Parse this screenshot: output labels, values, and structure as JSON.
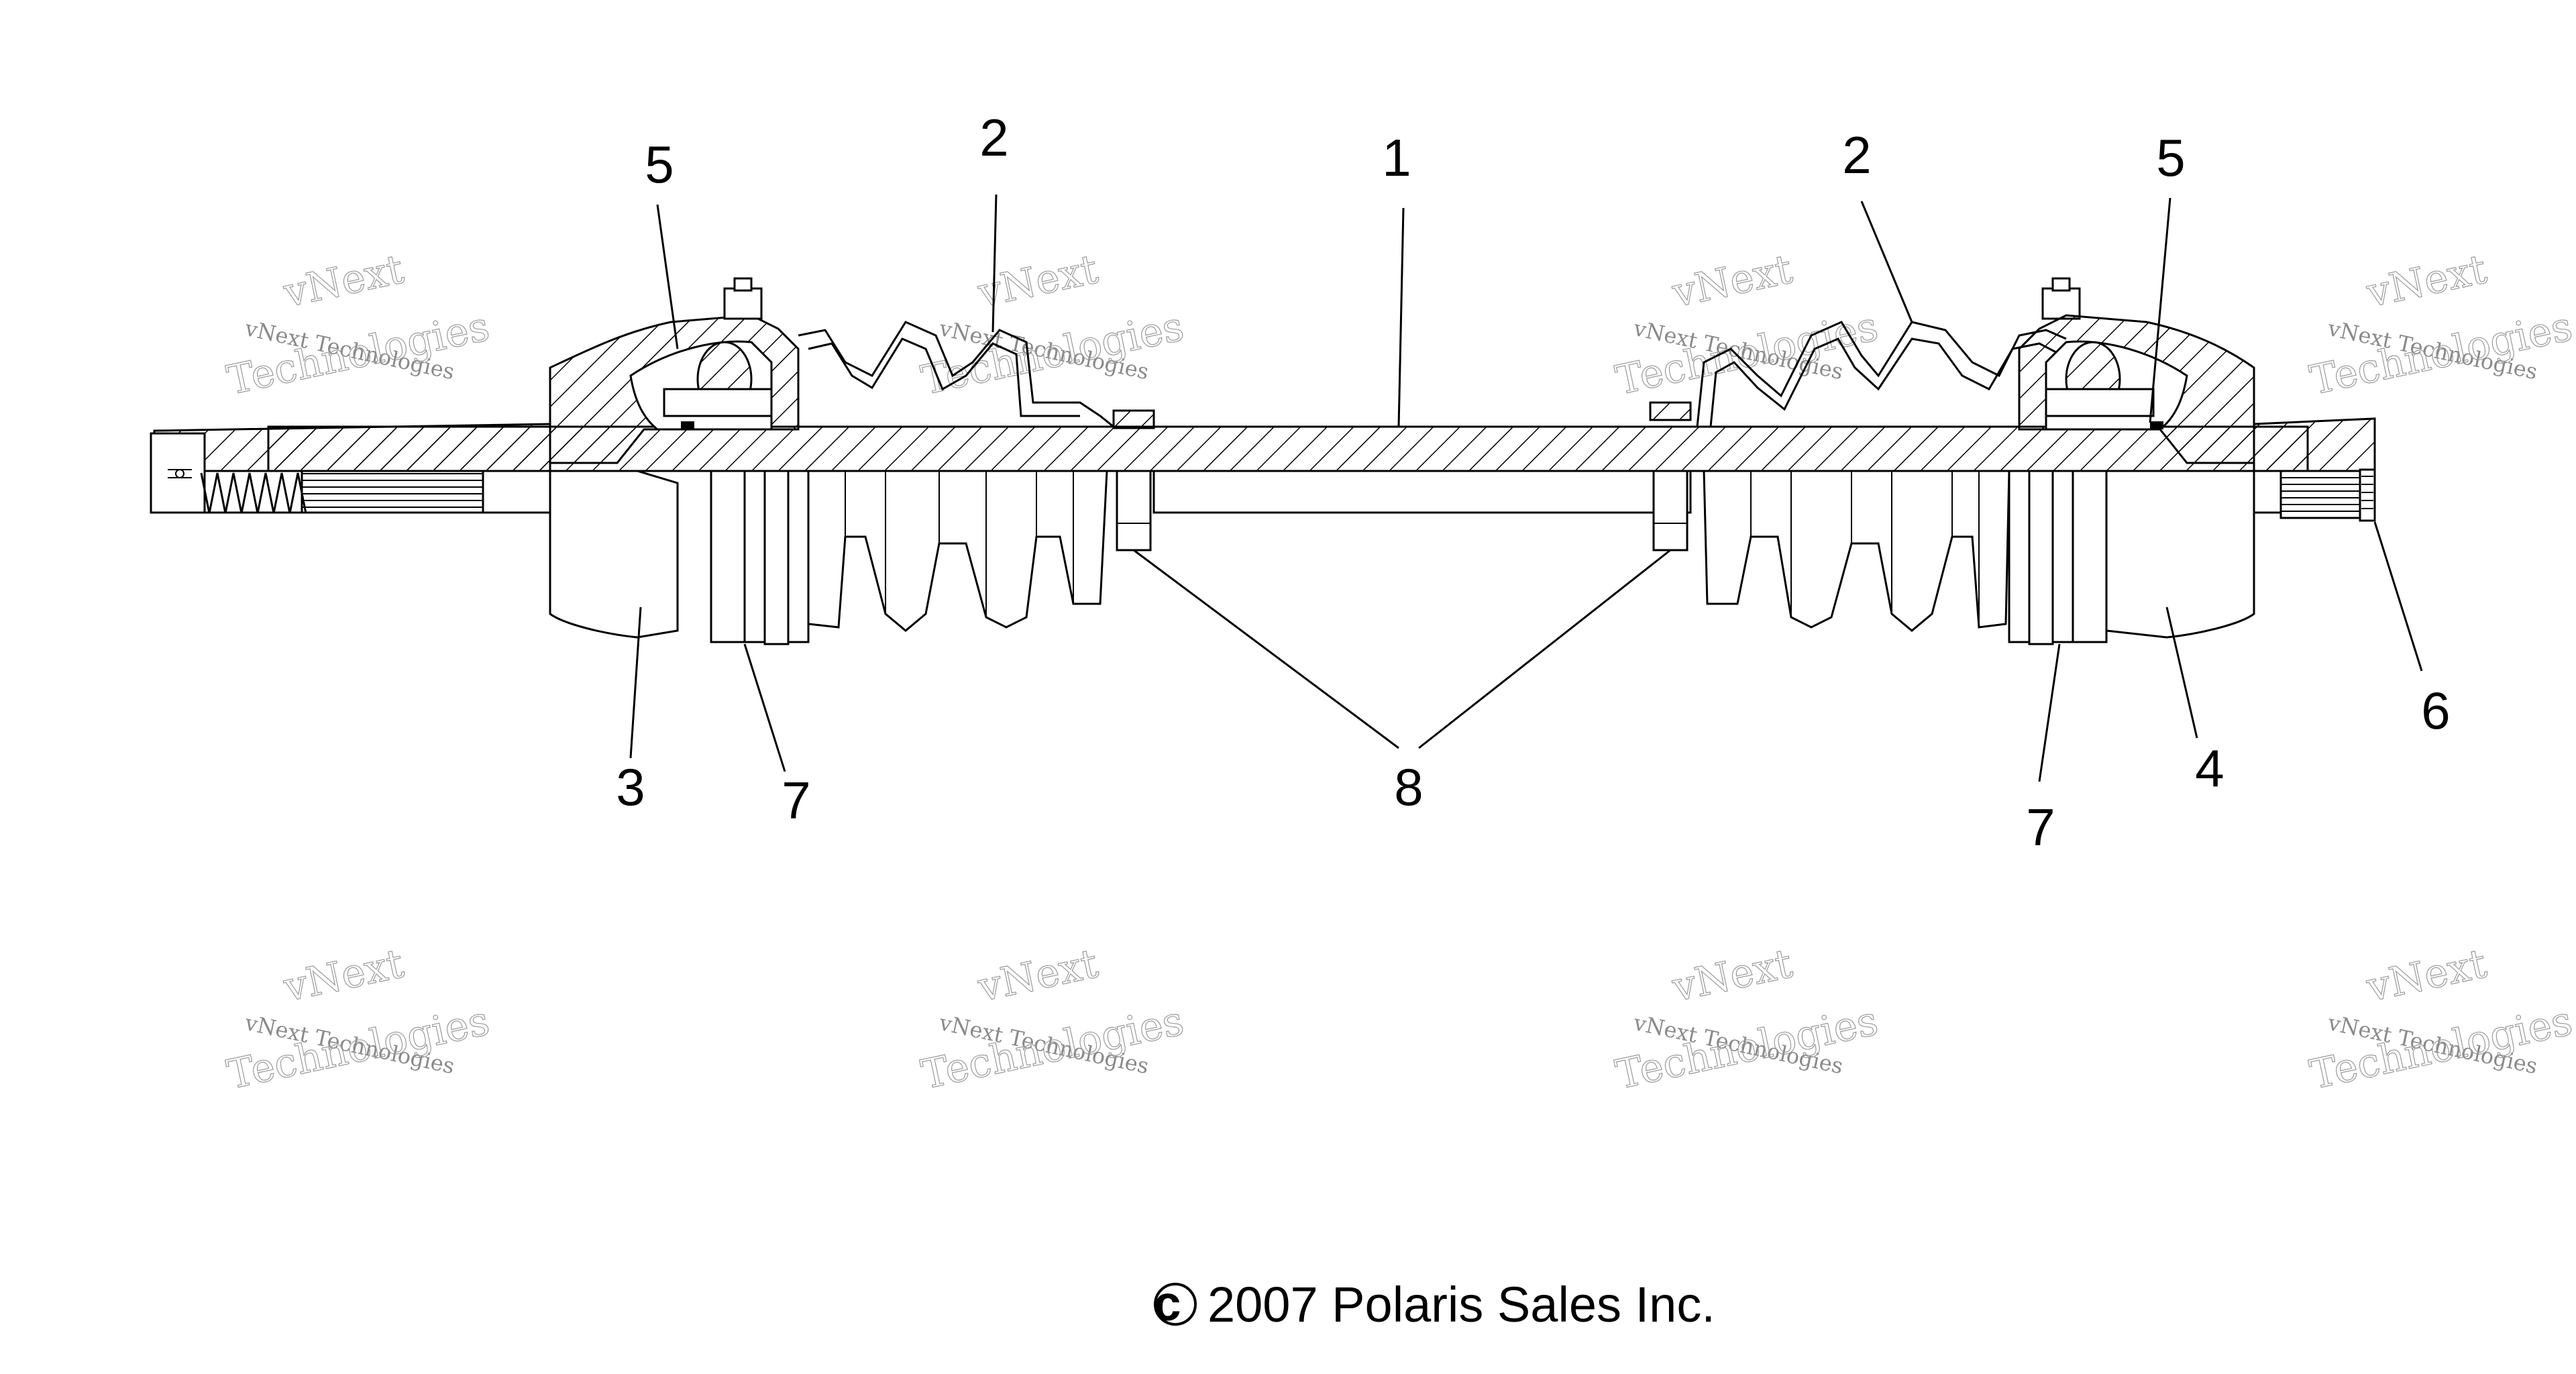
{
  "callouts": {
    "c1": "1",
    "c2_left": "2",
    "c2_right": "2",
    "c3": "3",
    "c4": "4",
    "c5_left": "5",
    "c5_right": "5",
    "c6": "6",
    "c7_left": "7",
    "c7_right": "7",
    "c8": "8"
  },
  "copyright": {
    "symbol": "©",
    "text": "2007 Polaris Sales Inc."
  },
  "watermark": {
    "line1": "vNext",
    "line2": "vNext Technologies",
    "line3": "Technologies"
  },
  "colors": {
    "line": "#000000",
    "watermark": "#9a9a9a",
    "background": "#ffffff"
  }
}
